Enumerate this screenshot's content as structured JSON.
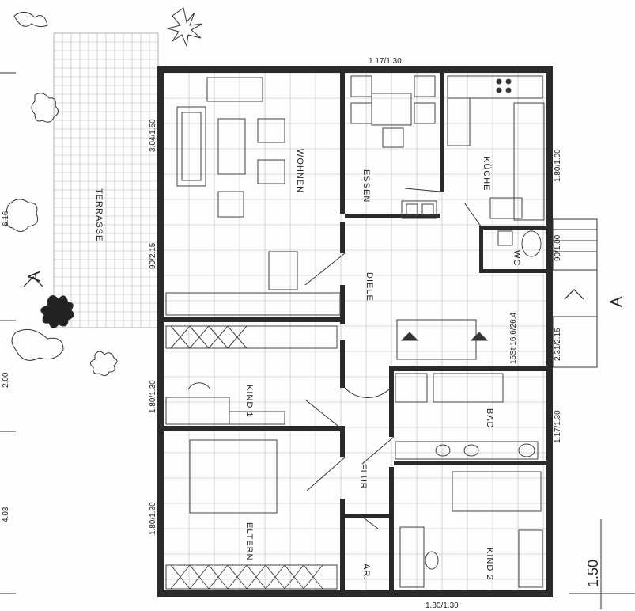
{
  "rooms": {
    "wohnen": "WOHNEN",
    "essen": "ESSEN",
    "kuche": "KÜCHE",
    "wc": "WC",
    "diele": "DIELE",
    "kind1": "KIND 1",
    "bad": "BAD",
    "flur": "FLUR",
    "eltern": "ELTERN",
    "ar": "AR.",
    "kind2": "KIND 2",
    "terrasse": "TERRASSE"
  },
  "dimensions": {
    "top_window": "1.17/1.30",
    "bottom_window": "1.80/1.30",
    "wohnen_window": "3.04/1.50",
    "terrace_door": "90/2.15",
    "kind1_window": "1.80/1.30",
    "eltern_window": "1.80/1.30",
    "kuche_window": "1.80/1.00",
    "wc_window": "90/1.00",
    "entrance_door": "2.31/2.15",
    "bad_window": "1.17/1.30",
    "stair": "15St 16.6/26.4"
  },
  "section_markers": {
    "left": "A",
    "right": "A"
  },
  "left_margin_numbers": [
    "6.16",
    "2.00",
    "4.03"
  ],
  "scale_note": "1.50"
}
